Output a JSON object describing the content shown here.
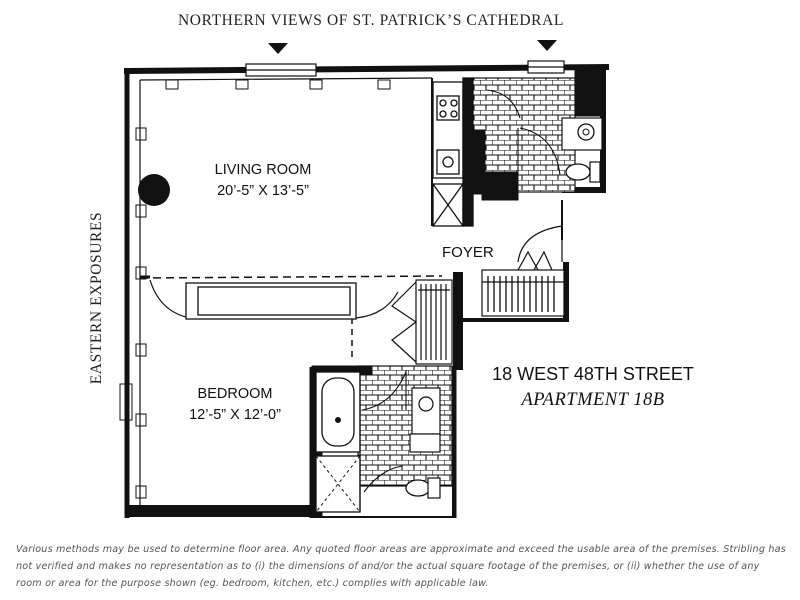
{
  "captions": {
    "north": "NORTHERN VIEWS OF ST. PATRICK’S CATHEDRAL",
    "east": "EASTERN EXPOSURES"
  },
  "rooms": {
    "living": {
      "name": "LIVING ROOM",
      "dims": "20’-5” X 13’-5”"
    },
    "bedroom": {
      "name": "BEDROOM",
      "dims": "12’-5” X 12’-0”"
    },
    "foyer": "FOYER"
  },
  "address": {
    "street": "18 WEST 48TH STREET",
    "unit": "APARTMENT 18B"
  },
  "disclaimer": "Various methods may be used to determine floor area. Any quoted floor areas are approximate and exceed the usable area of the premises. Stribling has not verified and makes no representation as to (i) the dimensions of and/or the actual square footage of the premises, or (ii) whether the use of any room or area for the purpose shown (eg. bedroom, kitchen, etc.) complies with applicable law."
}
